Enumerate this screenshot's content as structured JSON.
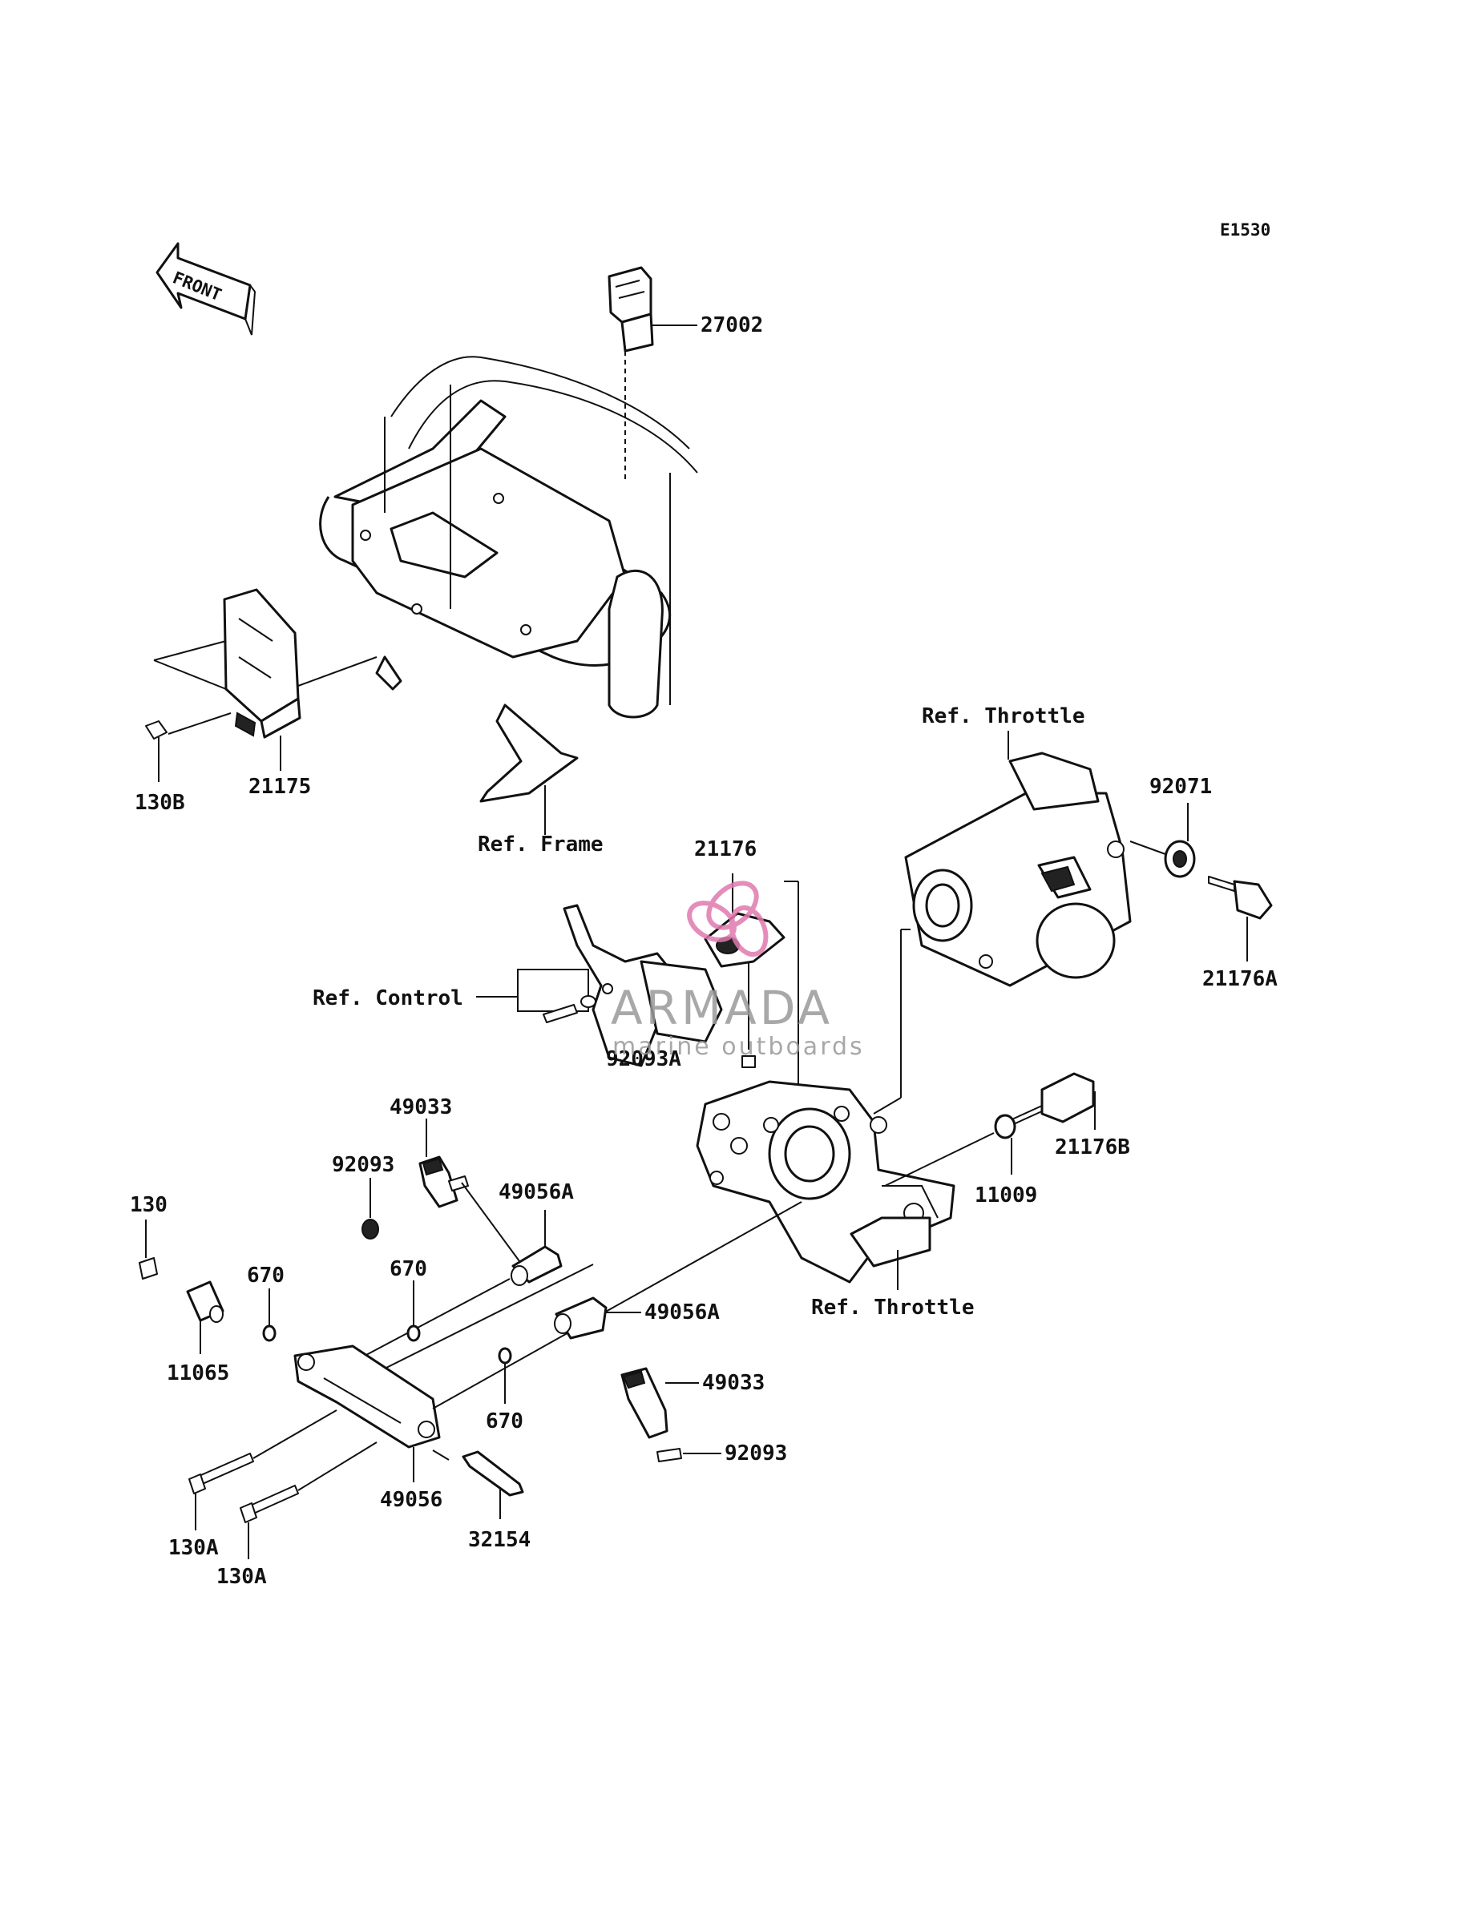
{
  "diagram_code": "E1530",
  "front_arrow": "FRONT",
  "watermark": {
    "brand": "ARMADA",
    "tagline": "marine outboards",
    "logo_color": "#e07ab0"
  },
  "labels": {
    "p27002": "27002",
    "p21175": "21175",
    "p130B": "130B",
    "ref_frame": "Ref. Frame",
    "ref_throttle_top": "Ref. Throttle",
    "p92071": "92071",
    "p21176": "21176",
    "p21176A": "21176A",
    "ref_control": "Ref. Control",
    "p92093A": "92093A",
    "p49033_top": "49033",
    "p92093_top": "92093",
    "p49056A_top": "49056A",
    "p21176B": "21176B",
    "p11009": "11009",
    "p130": "130",
    "p670_a": "670",
    "p670_b": "670",
    "p11065": "11065",
    "p49056A_mid": "49056A",
    "ref_throttle_bottom": "Ref. Throttle",
    "p49033_mid": "49033",
    "p670_c": "670",
    "p92093_bottom": "92093",
    "p49056": "49056",
    "p130A_a": "130A",
    "p130A_b": "130A",
    "p32154": "32154"
  }
}
